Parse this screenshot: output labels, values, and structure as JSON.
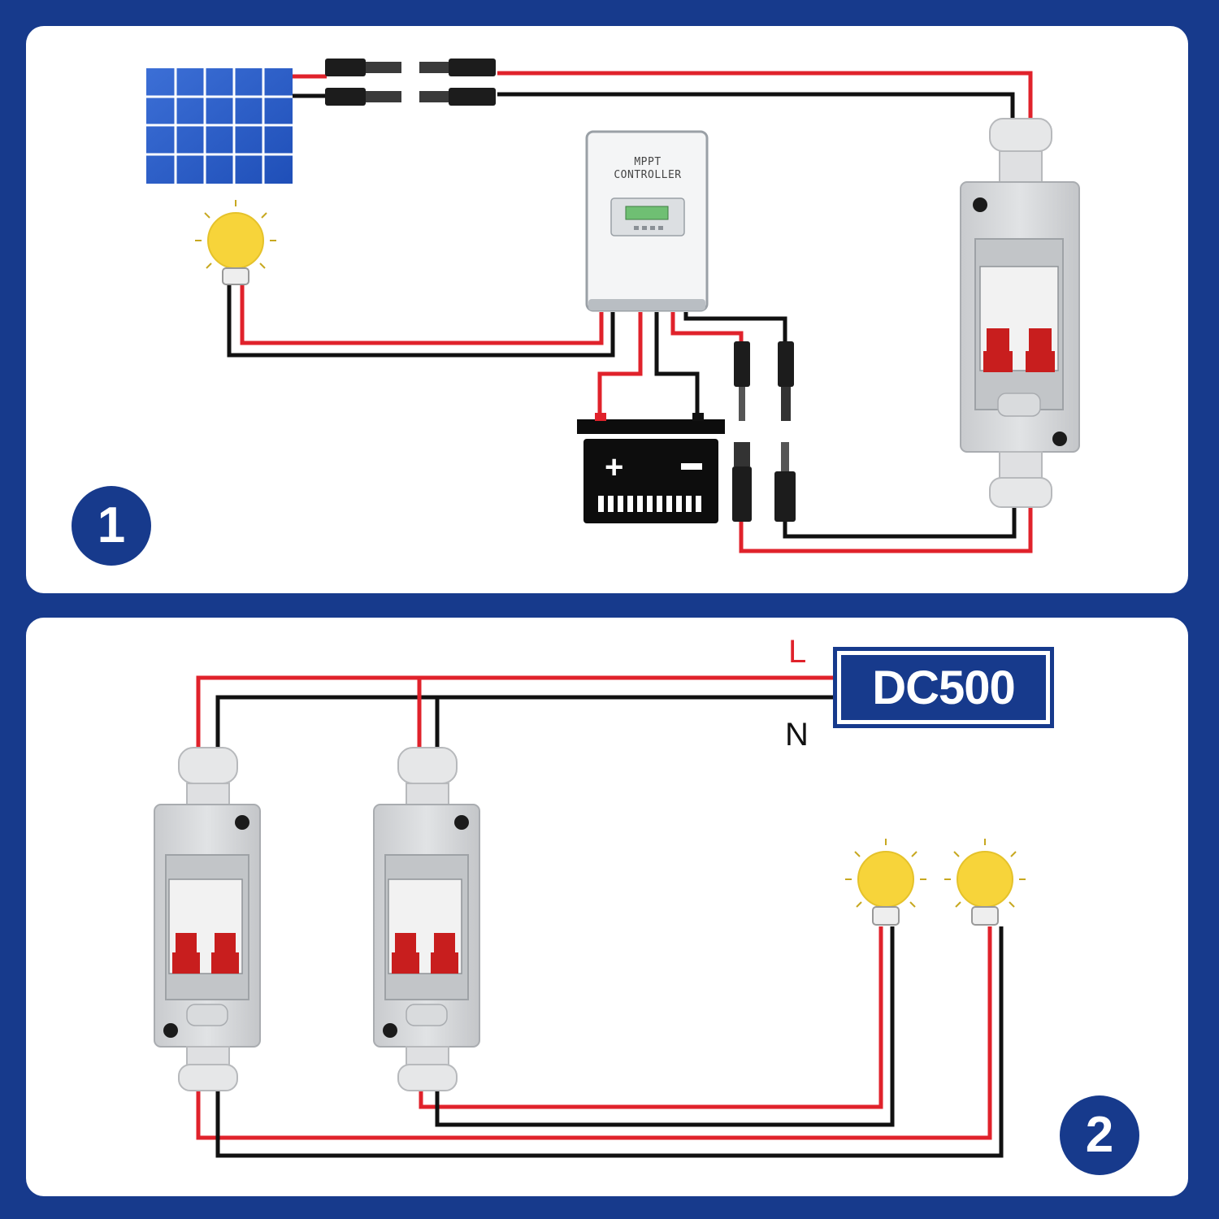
{
  "panel1": {
    "step_number": "1",
    "controller_label": "MPPT CONTROLLER",
    "components": [
      "solar-panel",
      "mppt-controller",
      "battery",
      "dc-disconnect-switch",
      "lamp"
    ]
  },
  "panel2": {
    "step_number": "2",
    "wire_l_label": "L",
    "wire_n_label": "N",
    "source_label": "DC500",
    "components": [
      "dc-disconnect-switch",
      "dc-disconnect-switch",
      "lamp",
      "lamp"
    ]
  },
  "colors": {
    "background": "#173a8c",
    "wire_positive": "#e0222b",
    "wire_negative": "#111111",
    "lamp": "#f7d43a",
    "breaker_handle": "#c81e1e",
    "enclosure": "#d6d8da"
  }
}
